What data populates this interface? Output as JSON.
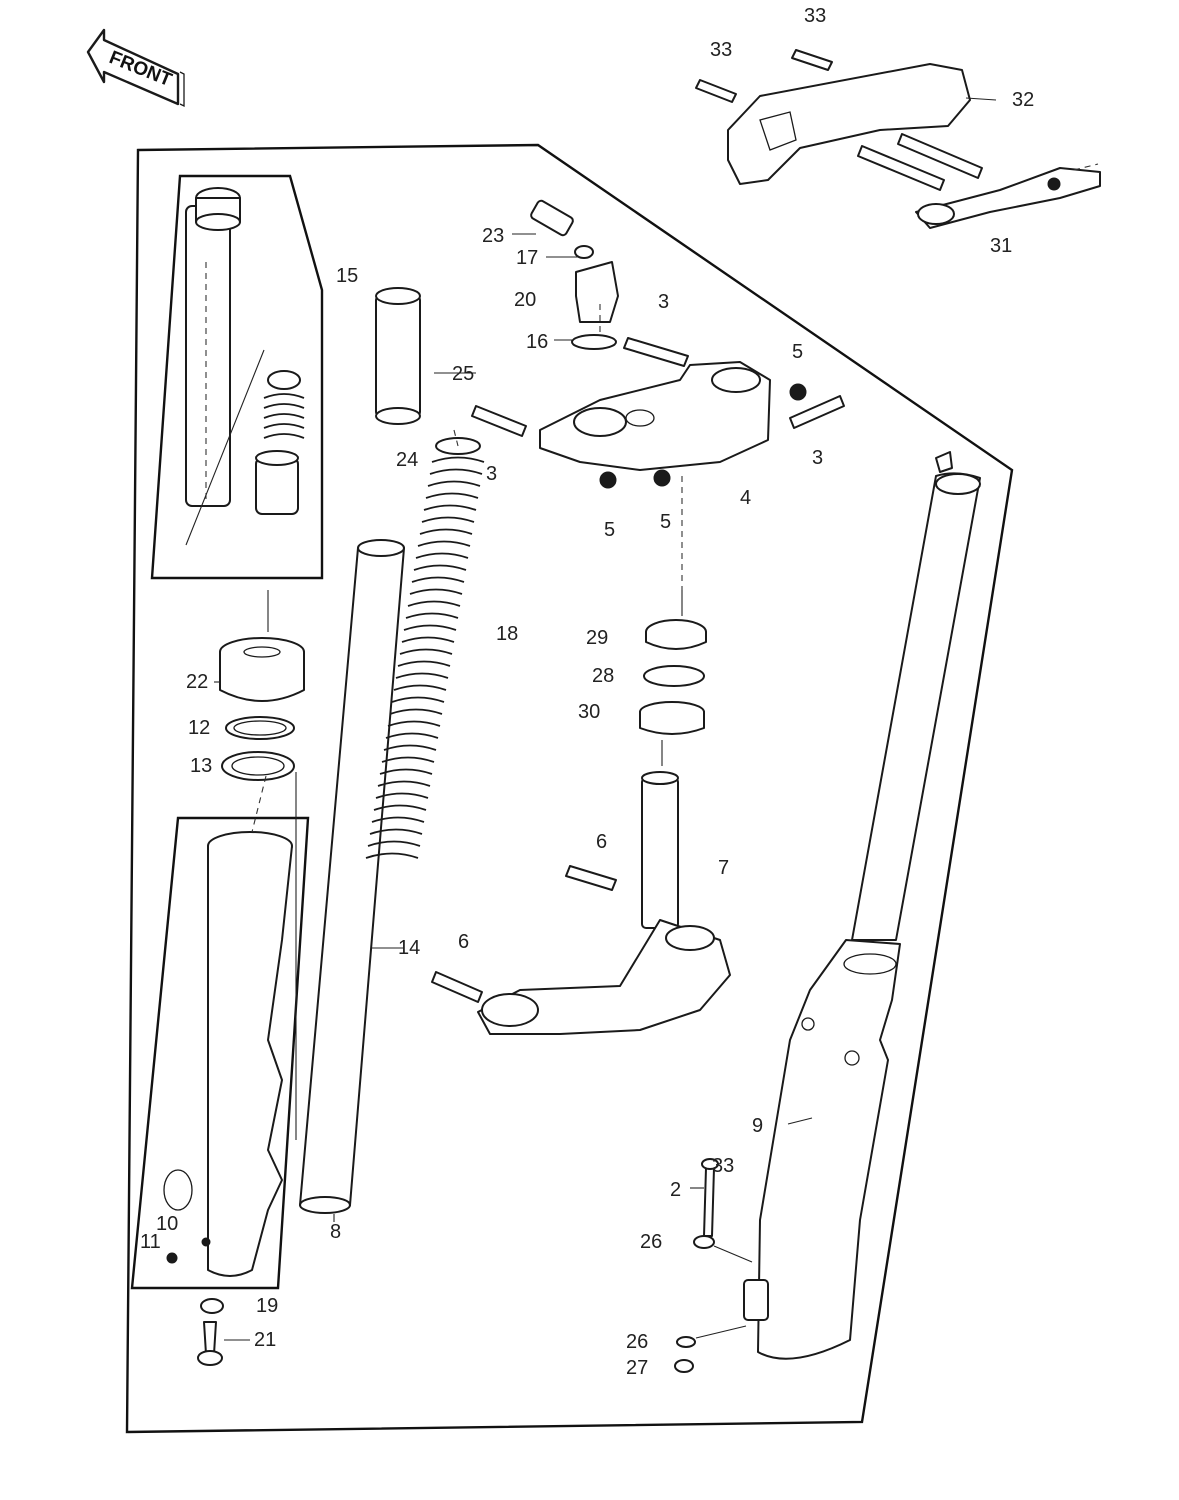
{
  "badge": {
    "front_label": "FRONT"
  },
  "callouts": {
    "c2": "2",
    "c3a": "3",
    "c3b": "3",
    "c3c": "3",
    "c4": "4",
    "c5a": "5",
    "c5b": "5",
    "c5c": "5",
    "c6a": "6",
    "c6b": "6",
    "c7": "7",
    "c8": "8",
    "c9": "9",
    "c10": "10",
    "c11": "11",
    "c12": "12",
    "c13": "13",
    "c14": "14",
    "c15": "15",
    "c16": "16",
    "c17": "17",
    "c18": "18",
    "c19": "19",
    "c20": "20",
    "c21": "21",
    "c22": "22",
    "c23": "23",
    "c24": "24",
    "c25": "25",
    "c26a": "26",
    "c26b": "26",
    "c27": "27",
    "c28": "28",
    "c29": "29",
    "c30": "30",
    "c31": "31",
    "c32": "32",
    "c33a": "33",
    "c33b": "33",
    "c33c": "33"
  },
  "colors": {
    "line": "#1a1a1a",
    "background": "#ffffff"
  }
}
